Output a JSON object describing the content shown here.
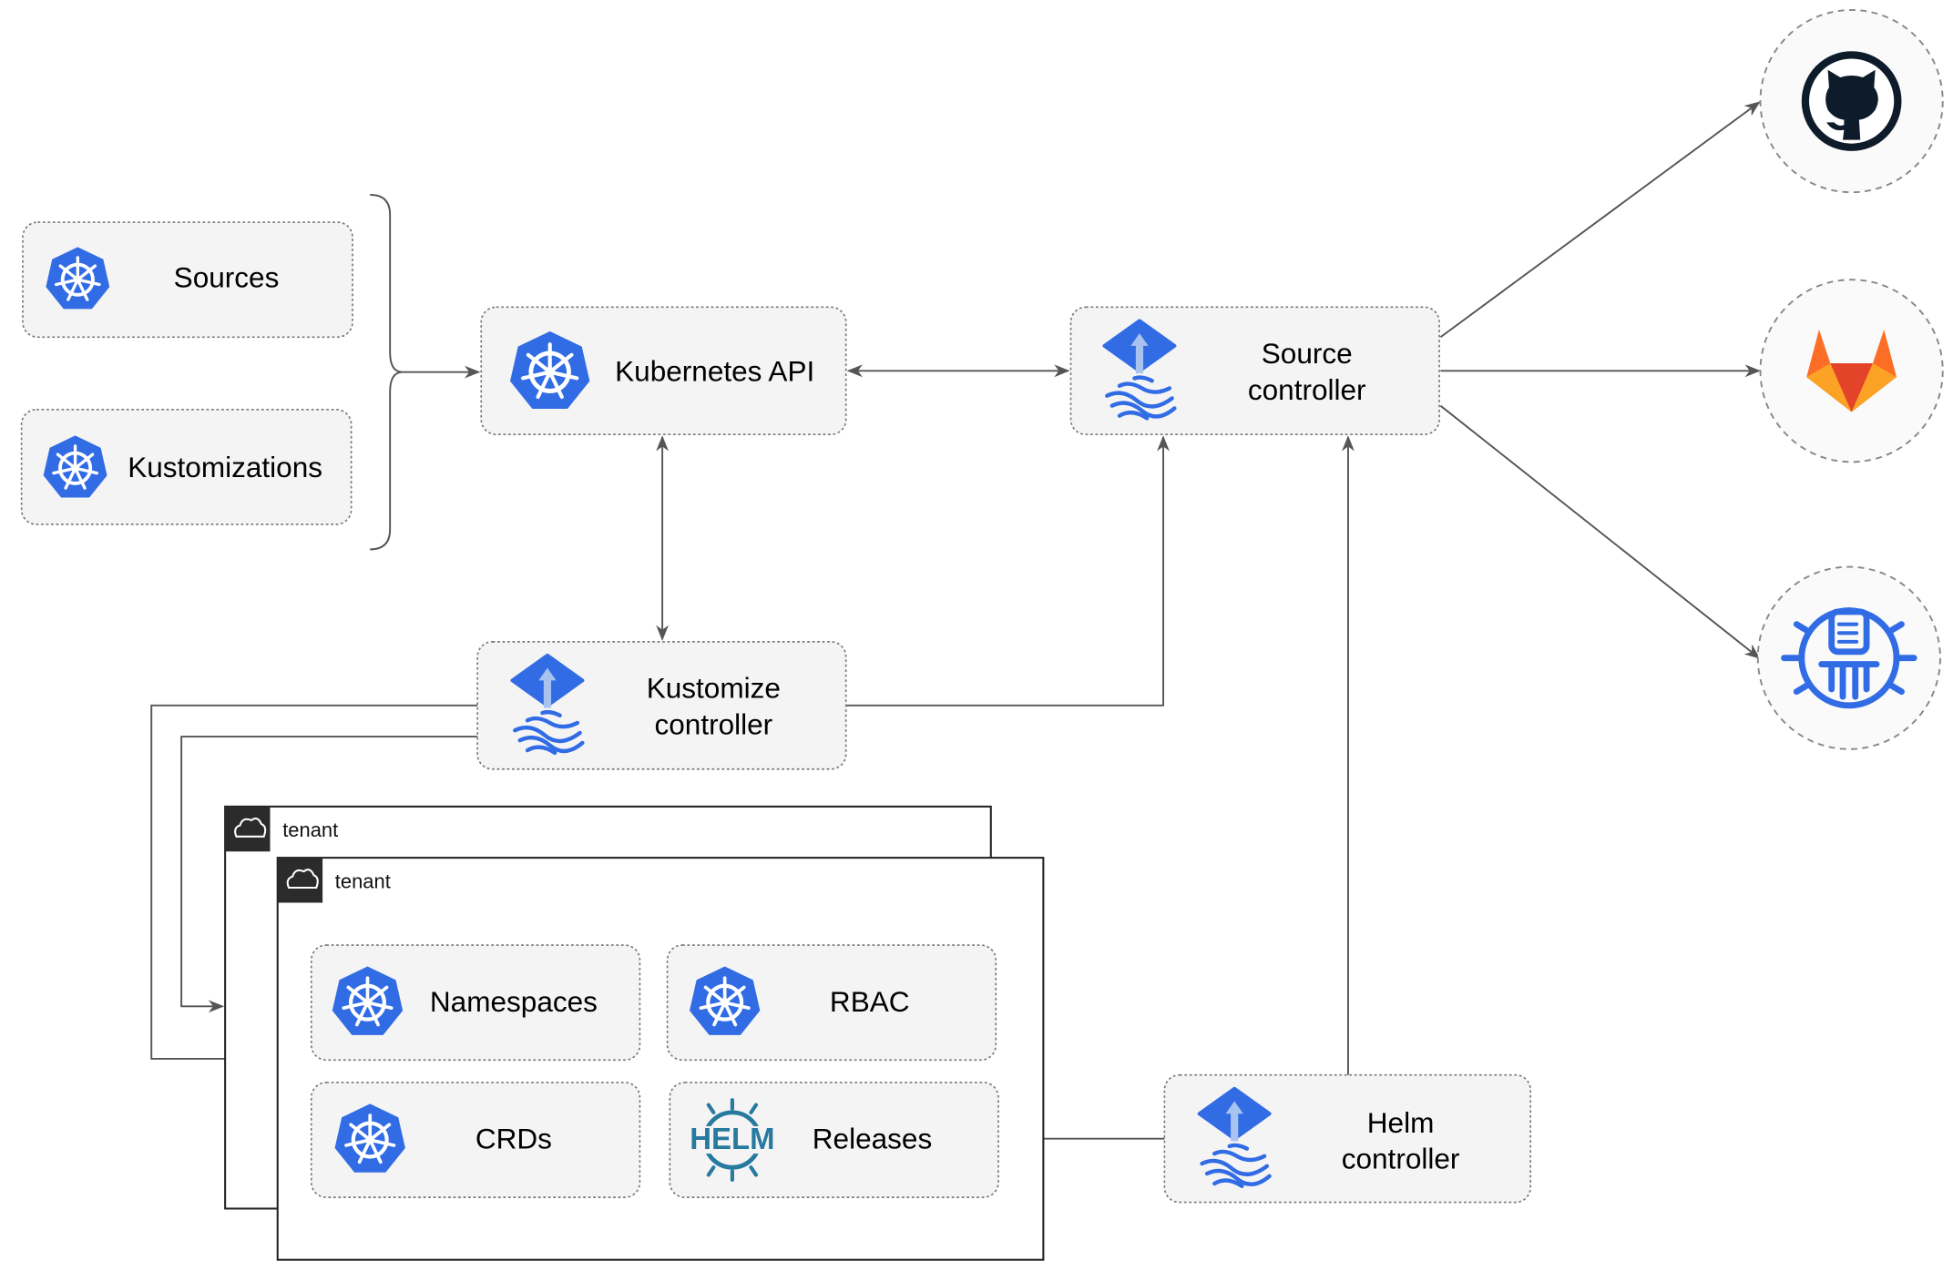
{
  "nodes": {
    "sources": "Sources",
    "kustomizations": "Kustomizations",
    "kubernetes_api": "Kubernetes API",
    "source_controller": [
      "Source",
      "controller"
    ],
    "kustomize_controller": [
      "Kustomize",
      "controller"
    ],
    "helm_controller": [
      "Helm",
      "controller"
    ],
    "namespaces": "Namespaces",
    "rbac": "RBAC",
    "crds": "CRDs",
    "releases": "Releases"
  },
  "tenants": [
    "tenant",
    "tenant"
  ],
  "helm_logo_text": "HELM",
  "external_sources": [
    "github-icon",
    "gitlab-icon",
    "bucket-icon"
  ],
  "colors": {
    "kubernetes_blue": "#326ce5",
    "helm_blue": "#277a9f",
    "gitlab_orange": "#e24329",
    "github_dark": "#0d1b2a"
  }
}
